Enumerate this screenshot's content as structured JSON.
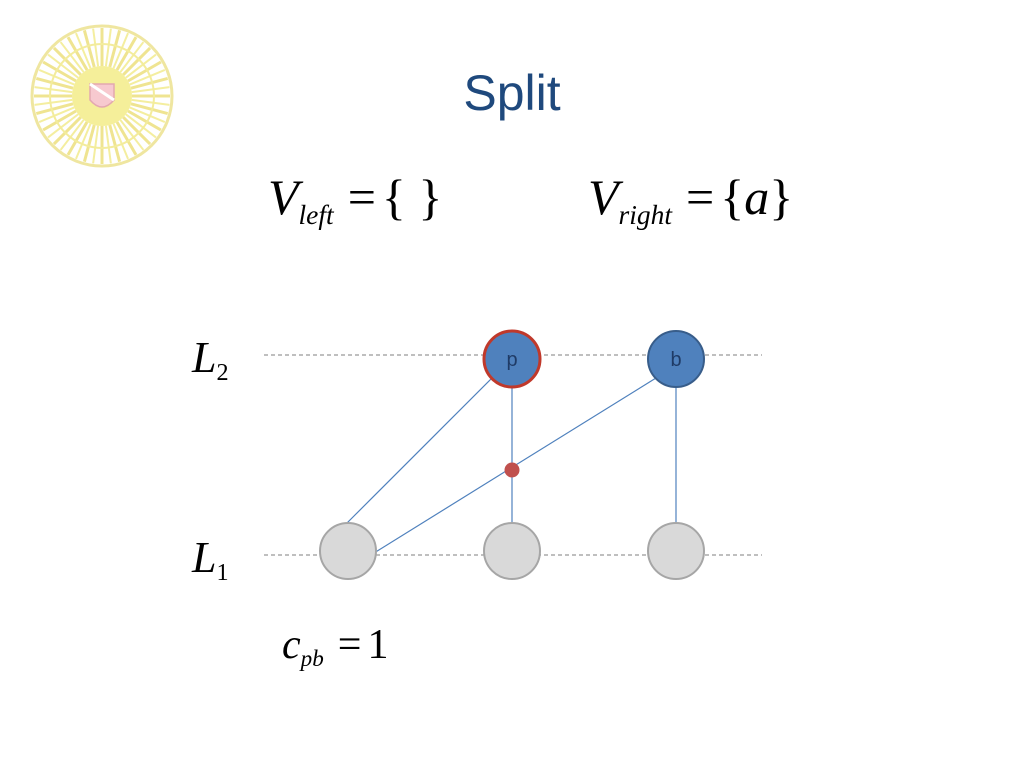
{
  "slide": {
    "title": "Split"
  },
  "sets": {
    "left": {
      "symbol": "V",
      "subscript": "left",
      "operator": "=",
      "value": "{ }"
    },
    "right": {
      "symbol": "V",
      "subscript": "right",
      "operator": "=",
      "open": "{",
      "element": "a",
      "close": "}"
    }
  },
  "layers": {
    "top": {
      "symbol": "L",
      "subscript": "2"
    },
    "bottom": {
      "symbol": "L",
      "subscript": "1"
    }
  },
  "nodes": {
    "p": {
      "label": "p"
    },
    "b": {
      "label": "b"
    }
  },
  "crossing": {
    "symbol": "c",
    "subscript": "pb",
    "operator": "=",
    "value": "1"
  },
  "colors": {
    "title": "#1f497d",
    "node_fill": "#4f81bd",
    "node_stroke": "#385d8a",
    "highlight_stroke": "#c0392b",
    "empty_node_fill": "#d9d9d9",
    "empty_node_stroke": "#a6a6a6",
    "edge": "#4f81bd",
    "crossing_dot": "#c0504d",
    "layer_line": "#7f7f7f"
  }
}
